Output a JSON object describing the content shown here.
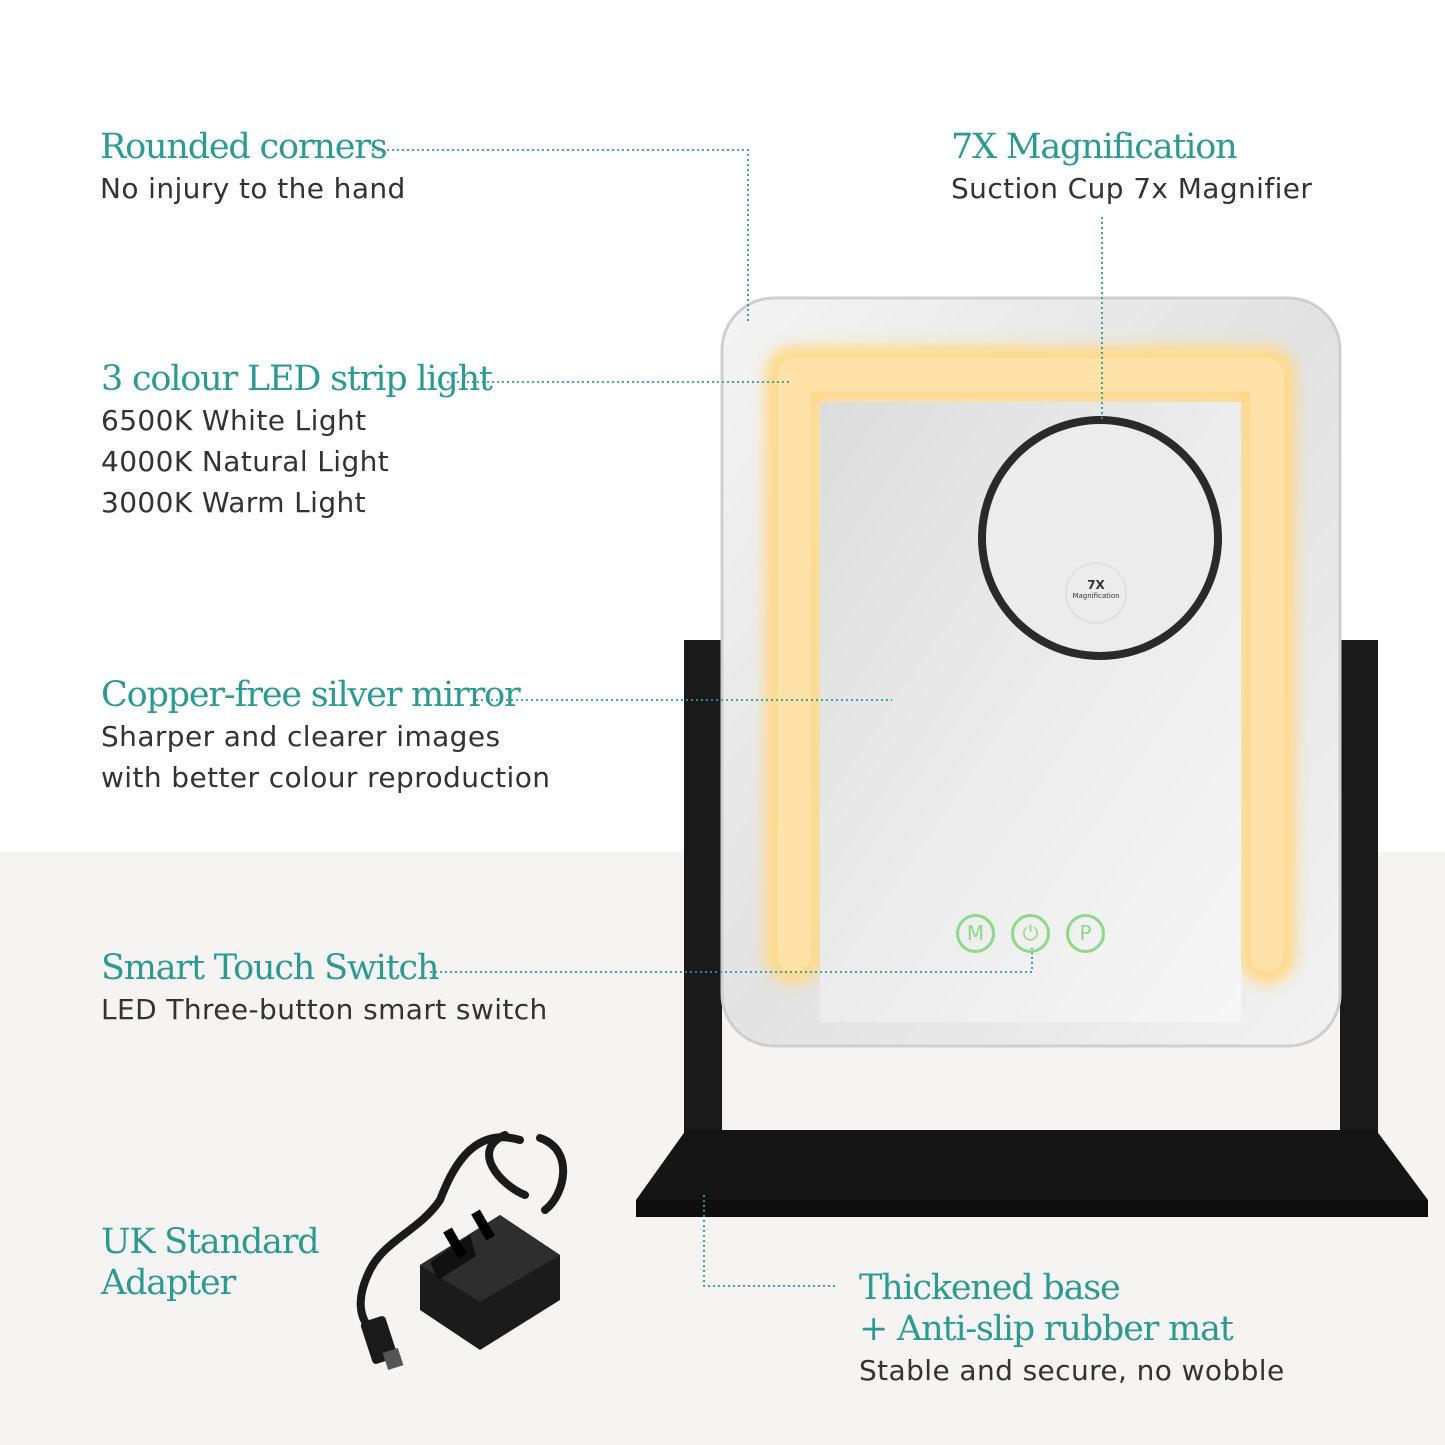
{
  "features": {
    "corners": {
      "title": "Rounded corners",
      "lines": [
        "No injury to the hand"
      ]
    },
    "magnification": {
      "title": "7X Magnification",
      "lines": [
        "Suction Cup 7x Magnifier"
      ]
    },
    "led": {
      "title": "3 colour LED strip light",
      "lines": [
        "6500K White Light",
        "4000K Natural Light",
        "3000K Warm Light"
      ]
    },
    "mirror": {
      "title": "Copper-free silver mirror",
      "lines": [
        "Sharper and clearer images",
        "with better colour reproduction"
      ]
    },
    "touch": {
      "title": "Smart Touch Switch",
      "lines": [
        "LED Three-button smart switch"
      ]
    },
    "adapter": {
      "title_lines": [
        "UK Standard",
        "Adapter"
      ]
    },
    "base": {
      "title_lines": [
        "Thickened base",
        "+ Anti-slip rubber mat"
      ],
      "lines": [
        "Stable and secure, no wobble"
      ]
    }
  },
  "magnifier_label": {
    "big": "7X",
    "small": "Magnification"
  },
  "touch_buttons": [
    "M",
    "⏻",
    "P"
  ],
  "colors": {
    "accent": "#2b9a93",
    "led_glow": "#ffd98a",
    "button_green": "#8fd88a",
    "frame": "#1a1a1a"
  },
  "icons": {
    "adapter": "uk-power-adapter-icon"
  }
}
